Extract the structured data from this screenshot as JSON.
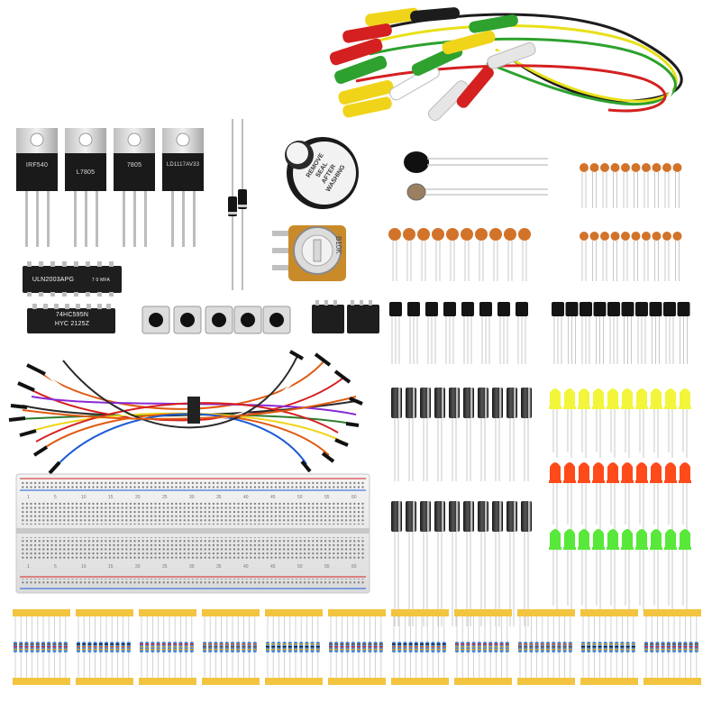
{
  "regulators": [
    "IRF540",
    "L7805",
    "7805",
    "LD1117AV33"
  ],
  "ic_labels": {
    "uln": "ULN2003APG",
    "uln_code": "7 0 MFA",
    "hc595_line1": "74HC595N",
    "hc595_line2": "HYC 2125Z"
  },
  "buzzer_text": [
    "REMOVE",
    "SEAL",
    "AFTER",
    "WASHING"
  ],
  "pot_label": "B10K",
  "breadboard_numbers": [
    "1",
    "5",
    "10",
    "15",
    "20",
    "25",
    "30",
    "35",
    "40",
    "45",
    "50",
    "55",
    "60"
  ],
  "colors": {
    "background": "#ffffff",
    "led_yellow": "#f2f53a",
    "led_red": "#ff4a1a",
    "led_green": "#58e83a",
    "ceramic_cap": "#d2732a",
    "resistor_tape": "#f2c440"
  }
}
